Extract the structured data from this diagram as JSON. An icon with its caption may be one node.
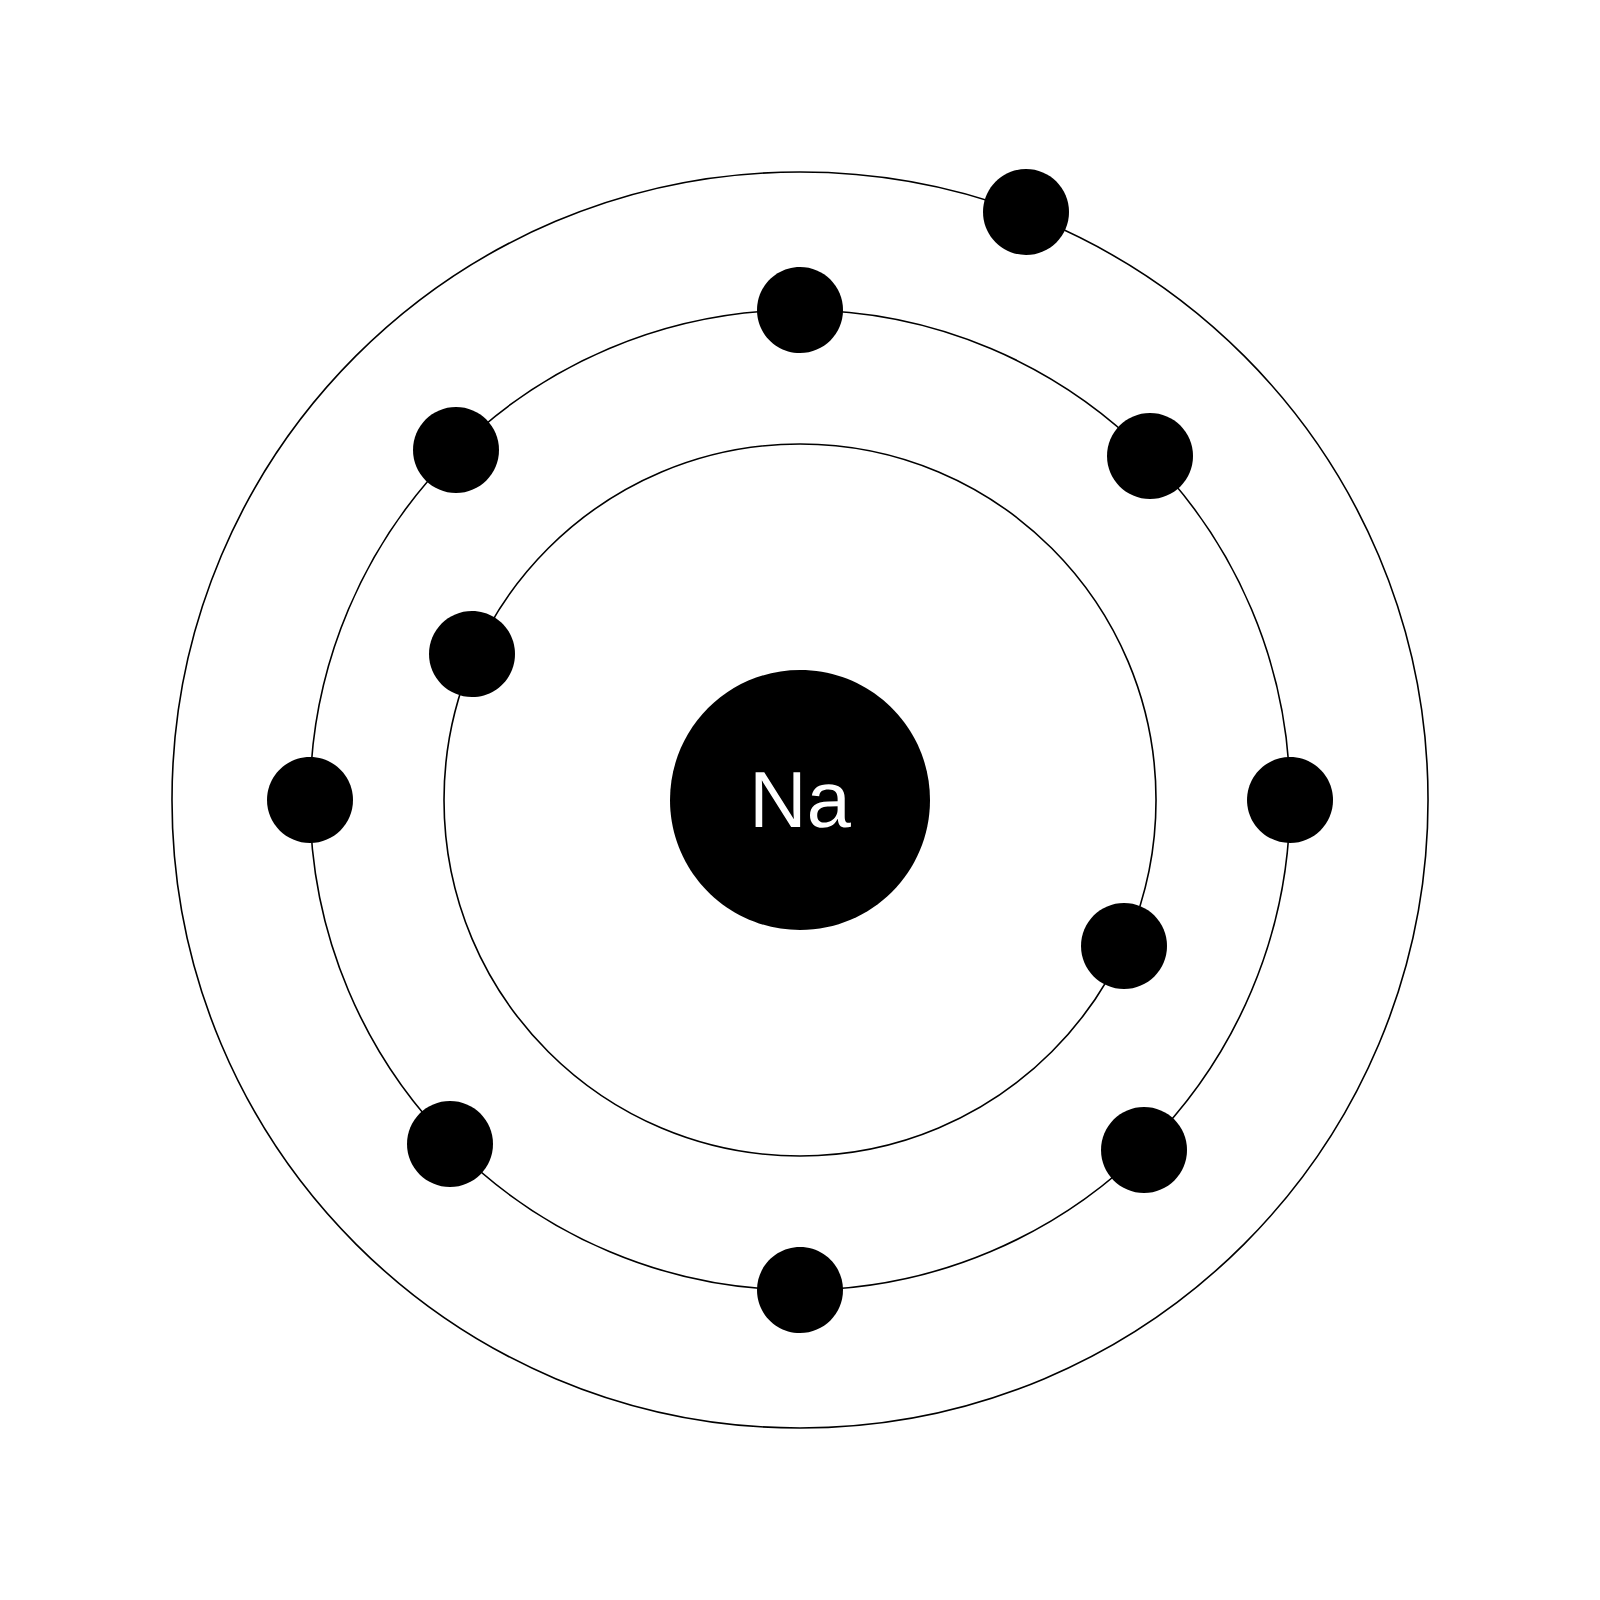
{
  "diagram": {
    "nodes": [
      {
        "text": [
          "Na"
        ]
      },
      {
        "text": [],
        "shape": "circle"
      },
      {
        "text": [],
        "shape": "circle"
      },
      {
        "text": [],
        "shape": "circle"
      },
      {
        "text": [],
        "shape": "circle"
      },
      {
        "text": [],
        "shape": "circle"
      },
      {
        "text": [],
        "shape": "circle"
      },
      {
        "text": [],
        "shape": "circle"
      },
      {
        "text": [],
        "shape": "circle"
      },
      {
        "text": [],
        "shape": "circle"
      },
      {
        "text": [],
        "shape": "circle"
      },
      {
        "text": [],
        "shape": "circle"
      }
    ]
  }
}
